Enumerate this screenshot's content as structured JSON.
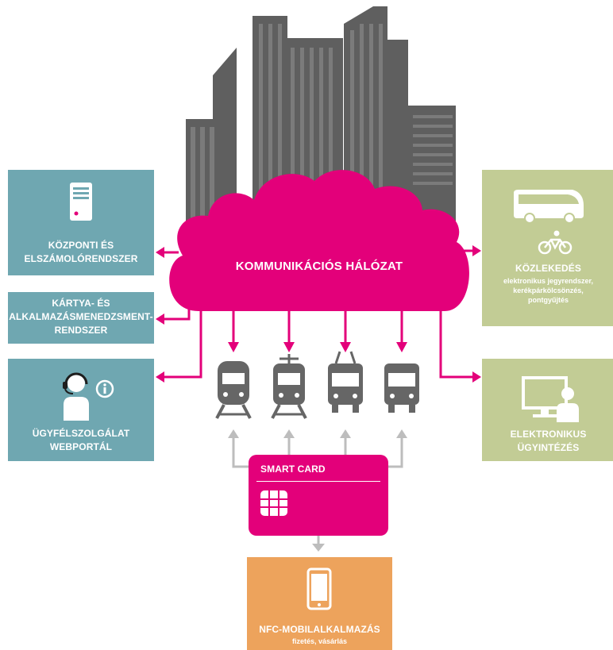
{
  "network": {
    "label": "KOMMUNIKÁCIÓS HÁLÓZAT"
  },
  "boxes": {
    "central": {
      "title": "KÖZPONTI ÉS ELSZÁMOLÓRENDSZER",
      "line1": "KÖZPONTI ÉS",
      "line2": "ELSZÁMOLÓRENDSZER",
      "icon": "server-icon"
    },
    "card_mgmt": {
      "line1": "KÁRTYA- ÉS",
      "line2": "ALKALMAZÁSMENEDZSMENT-",
      "line3": "RENDSZER"
    },
    "support": {
      "line1": "ÜGYFÉLSZOLGÁLAT",
      "line2": "WEBPORTÁL",
      "icon": "headset-agent-icon",
      "info_icon": "info-icon"
    },
    "transport": {
      "title": "KÖZLEKEDÉS",
      "sub1": "elektronikus jegyrendszer,",
      "sub2": "kerékpárkölcsönzés,",
      "sub3": "pontgyűjtés",
      "icons": [
        "bus-icon",
        "bicycle-icon"
      ]
    },
    "egov": {
      "line1": "ELEKTRONIKUS",
      "line2": "ÜGYINTÉZÉS",
      "icon": "monitor-user-icon"
    },
    "nfc": {
      "title": "NFC-MOBILALKALMAZÁS",
      "sub": "fizetés, vásárlás",
      "icon": "smartphone-icon"
    }
  },
  "smart_card": {
    "label": "SMART CARD",
    "icon": "chip-icon"
  },
  "vehicles": [
    "train-icon",
    "tram-icon",
    "trolleybus-icon",
    "bus-icon"
  ],
  "colors": {
    "magenta": "#e3007a",
    "teal": "#6fa7b1",
    "green": "#c2cc95",
    "orange": "#eda35c",
    "building_gray": "#5f5f5f",
    "arrow_gray": "#bdbdbd",
    "vehicle_gray": "#666666"
  }
}
